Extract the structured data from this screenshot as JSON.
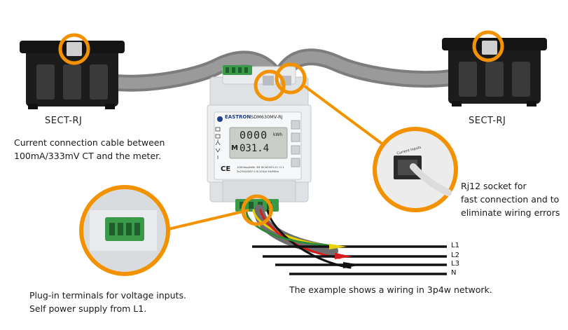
{
  "ct_left": {
    "name": "SECT-RJ"
  },
  "ct_right": {
    "name": "SECT-RJ"
  },
  "meter": {
    "brand": "EASTRON",
    "model": "SDM630MV-RJ",
    "display_line1": "0000",
    "display_line2": "031.4",
    "unit": "kWh",
    "label_m": "M",
    "spec_text_1": "1000imp/kWh  3M  IEC62053-21 CI.1",
    "spec_text_2": "3x230/400V  0.5(100)A  50/60Hz",
    "ce_mark": "CE"
  },
  "notes": {
    "cable_line1": "Current connection cable between",
    "cable_line2": "100mA/333mV CT and the meter.",
    "rj12_line1": "Rj12 socket for",
    "rj12_line2": "fast connection and to",
    "rj12_line3": "eliminate wiring errors",
    "plugin_line1": "Plug-in terminals for voltage inputs.",
    "plugin_line2": "Self power supply from L1.",
    "example": "The example shows a wiring in 3p4w network."
  },
  "socket_label": "Current Inputs",
  "lines": [
    "L1",
    "L2",
    "L3",
    "N"
  ],
  "colors": {
    "accent_orange": "#F39200",
    "ct_body": "#1c1c1c",
    "cable_gray": "#8a8a8a",
    "terminal_green": "#3a9a4a",
    "meter_body": "#e6e8ea"
  }
}
